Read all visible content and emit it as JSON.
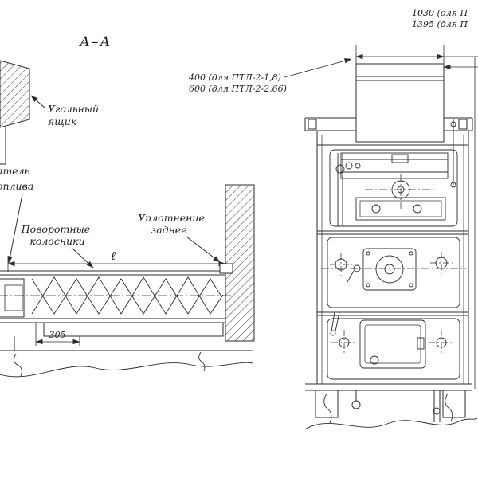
{
  "drawing": {
    "title_section": "А–А",
    "left_view": {
      "coal_box": {
        "line1": "Угольный",
        "line2": "ящик"
      },
      "feeder": {
        "line1": "атель",
        "line2": "оплива"
      },
      "grates": {
        "line1": "Поворотные",
        "line2": "колосники"
      },
      "seal": {
        "line1": "Уплотнение",
        "line2": "заднее"
      },
      "dim_length": "ℓ",
      "dim_305": "305"
    },
    "right_view": {
      "dim_1030": "1030 (для П",
      "dim_1395": "1395 (для П",
      "dim_400": "400 (для ПТЛ-2-1,8)",
      "dim_600": "600 (для ПТЛ-2-2,66)"
    }
  }
}
